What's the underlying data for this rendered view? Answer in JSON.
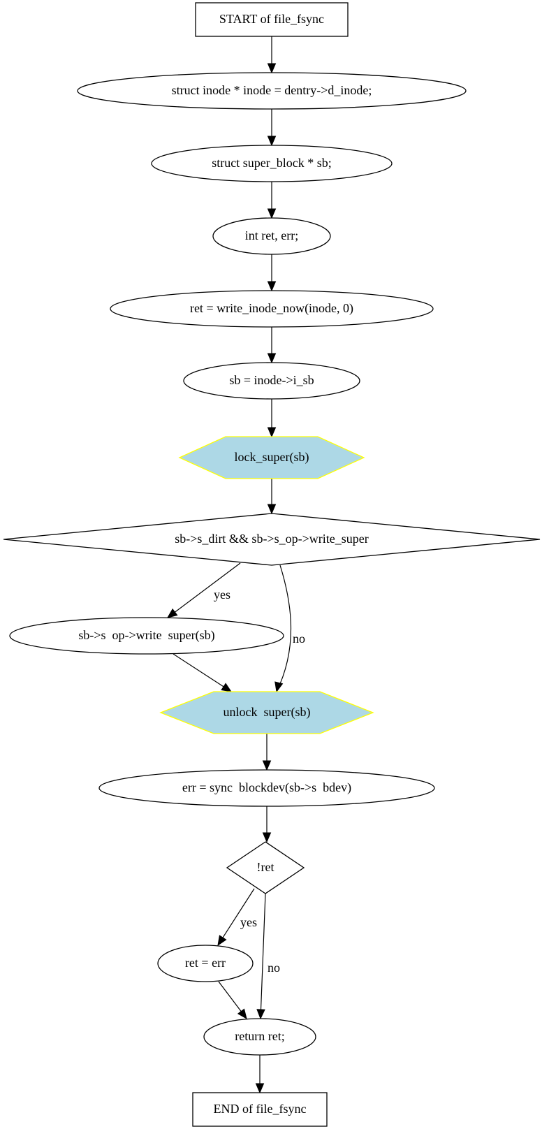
{
  "diagram": {
    "title": "file_fsync control flow",
    "colors": {
      "stroke": "#000000",
      "default_fill": "#ffffff",
      "hex_fill": "#add8e6",
      "hex_stroke": "#ffff00"
    },
    "nodes": [
      {
        "id": "start",
        "shape": "box",
        "label": "START of file_fsync"
      },
      {
        "id": "n1",
        "shape": "ellipse",
        "label": "struct inode * inode = dentry->d_inode;"
      },
      {
        "id": "n2",
        "shape": "ellipse",
        "label": "struct super_block * sb;"
      },
      {
        "id": "n3",
        "shape": "ellipse",
        "label": "int ret, err;"
      },
      {
        "id": "n4",
        "shape": "ellipse",
        "label": "ret = write_inode_now(inode, 0)"
      },
      {
        "id": "n5",
        "shape": "ellipse",
        "label": "sb = inode->i_sb"
      },
      {
        "id": "n6",
        "shape": "hexagon",
        "label": "lock_super(sb)"
      },
      {
        "id": "d1",
        "shape": "diamond",
        "label": "sb->s_dirt && sb->s_op->write_super"
      },
      {
        "id": "n7",
        "shape": "ellipse",
        "label": "sb->s  op->write  super(sb)"
      },
      {
        "id": "n8",
        "shape": "hexagon",
        "label": "unlock  super(sb)"
      },
      {
        "id": "n9",
        "shape": "ellipse",
        "label": "err = sync  blockdev(sb->s  bdev)"
      },
      {
        "id": "d2",
        "shape": "diamond",
        "label": "!ret"
      },
      {
        "id": "n10",
        "shape": "ellipse",
        "label": "ret = err"
      },
      {
        "id": "n11",
        "shape": "ellipse",
        "label": "return ret;"
      },
      {
        "id": "end",
        "shape": "box",
        "label": "END of file_fsync"
      }
    ],
    "edges": [
      {
        "from": "start",
        "to": "n1",
        "label": ""
      },
      {
        "from": "n1",
        "to": "n2",
        "label": ""
      },
      {
        "from": "n2",
        "to": "n3",
        "label": ""
      },
      {
        "from": "n3",
        "to": "n4",
        "label": ""
      },
      {
        "from": "n4",
        "to": "n5",
        "label": ""
      },
      {
        "from": "n5",
        "to": "n6",
        "label": ""
      },
      {
        "from": "n6",
        "to": "d1",
        "label": ""
      },
      {
        "from": "d1",
        "to": "n7",
        "label": "yes"
      },
      {
        "from": "d1",
        "to": "n8",
        "label": "no"
      },
      {
        "from": "n7",
        "to": "n8",
        "label": ""
      },
      {
        "from": "n8",
        "to": "n9",
        "label": ""
      },
      {
        "from": "n9",
        "to": "d2",
        "label": ""
      },
      {
        "from": "d2",
        "to": "n10",
        "label": "yes"
      },
      {
        "from": "d2",
        "to": "n11",
        "label": "no"
      },
      {
        "from": "n10",
        "to": "n11",
        "label": ""
      },
      {
        "from": "n11",
        "to": "end",
        "label": ""
      }
    ]
  }
}
